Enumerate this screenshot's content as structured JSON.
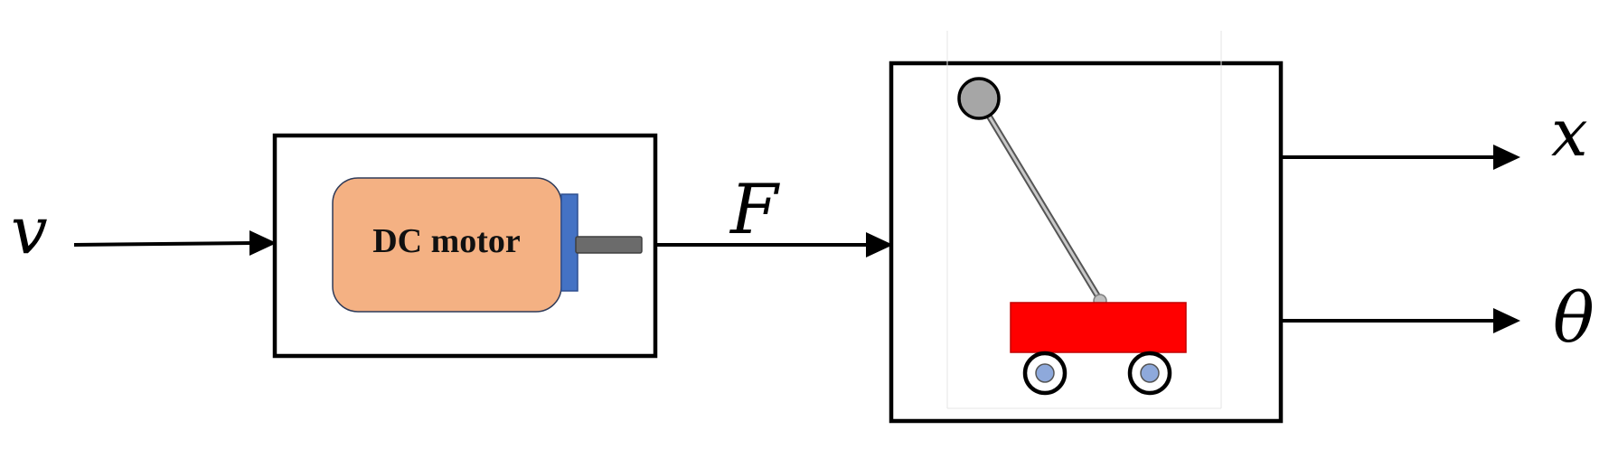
{
  "inputs": {
    "v": "v"
  },
  "signals": {
    "force": "F"
  },
  "outputs": {
    "x": "x",
    "theta": "θ"
  },
  "motor": {
    "label": "DC motor",
    "body_color": "#F4B183",
    "flange_color": "#4472C4",
    "shaft_color": "#6B6B6B"
  },
  "cart": {
    "body_color": "#FF0000",
    "bob_color": "#A6A6A6",
    "wheel_hub_color": "#8EA9DB"
  }
}
